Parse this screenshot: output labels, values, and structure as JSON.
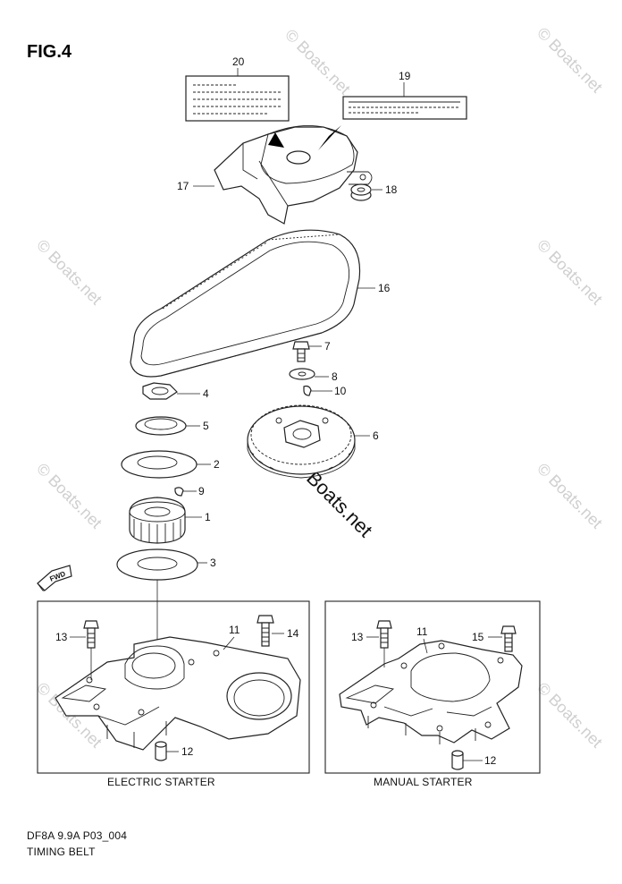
{
  "figure": {
    "title": "FIG.4",
    "model_code": "DF8A 9.9A P03_004",
    "name": "TIMING BELT"
  },
  "callouts": {
    "c1": "1",
    "c2": "2",
    "c3": "3",
    "c4": "4",
    "c5": "5",
    "c6": "6",
    "c7": "7",
    "c8": "8",
    "c9": "9",
    "c10": "10",
    "c11a": "11",
    "c11b": "11",
    "c12a": "12",
    "c12b": "12",
    "c13a": "13",
    "c13b": "13",
    "c14": "14",
    "c15": "15",
    "c16": "16",
    "c17": "17",
    "c18": "18",
    "c19": "19",
    "c20": "20"
  },
  "sections": {
    "electric": "ELECTRIC STARTER",
    "manual": "MANUAL STARTER"
  },
  "fwd_label": "FWD",
  "watermark": "© Boats.net"
}
